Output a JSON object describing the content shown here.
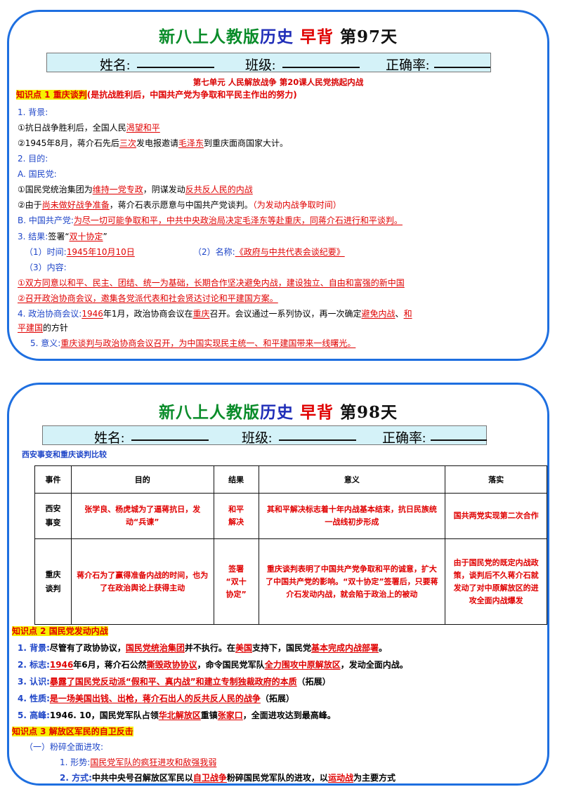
{
  "card1": {
    "title": {
      "p1": "新八上",
      "p2": "人教版",
      "p3": "历史",
      "p4": "早背",
      "p5": "第",
      "p6": "97",
      "p7": "天"
    },
    "name_label": "姓名:",
    "class_label": "班级:",
    "rate_label": "正确率:",
    "unit": "第七单元   人民解放战争   第20课人民党挑起内战",
    "kp1": {
      "label": "知识点 1 重庆谈判",
      "note": "(是抗战胜利后，中国共产党为争取和平民主作出的努力)"
    },
    "bg_h": "1. 背景:",
    "bg1": {
      "a": "①抗日战争胜利后，全国人民",
      "u": "渴望和平"
    },
    "bg2": {
      "a": "②1945年8月，蒋介石先后",
      "u1": "三次",
      "b": "发电报邀请",
      "u2": "毛泽东",
      "c": "到重庆面商国家大计。"
    },
    "goal_h": "2. 目的:",
    "kmt_h": "A. 国民党:",
    "kmt1": {
      "a": "①国民党统治集团为",
      "u1": "维持一党专政",
      "b": "，阴谋发动",
      "u2": "反共反人民的内战"
    },
    "kmt2": {
      "a": "②由于",
      "u": "尚未做好战争准备",
      "b": "，蒋介石表示愿意与中国共产党谈判。",
      "c": "（为发动内战争取时间）"
    },
    "ccp": {
      "a": "B. 中国共产党:",
      "u": "为尽一切可能争取和平，中共中央政治局决定毛泽东等赴重庆，同蒋介石进行和平谈判。"
    },
    "result": {
      "a": "3. 结果:",
      "b": "签署“",
      "u": "双十协定",
      "c": "”"
    },
    "time": {
      "a": "（1）时间:",
      "u": "1945年10月10日",
      "b": "（2）名称:",
      "u2": "《政府与中共代表会谈纪要》"
    },
    "content_h": "（3）内容:",
    "content1": "①双方同意以和平、民主、团结、统一为基础，长期合作坚决避免内战，建设独立、自由和富强的新中国",
    "content2": "②召开政治协商会议，邀集各党派代表和社会贤达讨论和平建国方案。",
    "pcc": {
      "a": "4. 政治协商会议:",
      "u1": "1946",
      "b": "年1月，政治协商会议在",
      "u2": "重庆",
      "c": "召开。会议通过一系列协议，再一次确定",
      "u3": "避免内战",
      "d": "、",
      "u4": "和"
    },
    "pcc2": {
      "u": "平建国",
      "a": "的方针"
    },
    "meaning": {
      "a": "5. 意义:",
      "u": "重庆谈判与政治协商会议召开，为中国实现民主统一、和平建国带来一线曙光。"
    }
  },
  "card2": {
    "title": {
      "p1": "新八上",
      "p2": "人教版",
      "p3": "历史",
      "p4": "早背",
      "p5": "第",
      "p6": "98",
      "p7": "天"
    },
    "name_label": "姓名:",
    "class_label": "班级:",
    "rate_label": "正确率:",
    "table_caption": "西安事变和重庆谈判比较",
    "table": {
      "headers": [
        "事件",
        "目的",
        "结果",
        "意义",
        "落实"
      ],
      "row1": [
        "西安\n事变",
        "张学良、杨虎城为了逼蒋抗日，发动“兵谏”",
        "和平\n解决",
        "其和平解决标志着十年内战基本结束，抗日民族统一战线初步形成",
        "国共两党实现第二次合作"
      ],
      "row2": [
        "重庆\n谈判",
        "蒋介石为了赢得准备内战的时间，也为了在政治舆论上获得主动",
        "签署\n“双十\n协定”",
        "重庆谈判表明了中国共产党争取和平的诚意，扩大了中国共产党的影响。“双十协定”签署后，只要蒋介石发动内战，就会陷于政治上的被动",
        "由于国民党的既定内战政策，谈判后不久蒋介石就发动了对中原解放区的进攻全面内战爆发"
      ]
    },
    "kp2": "知识点 2 国民党发动内战",
    "k1": {
      "a": "1. 背景:",
      "b": "尽管有了政协协议，",
      "u1": "国民党统治集团",
      "c": "并不执行。在",
      "u2": "美国",
      "d": "支持下，国民党",
      "u3": "基本完成内战部署",
      "e": "。"
    },
    "k2": {
      "a": "2. 标志:",
      "u1": "1946",
      "b": "年6月，蒋介石公然",
      "u2": "撕毁政协协议",
      "c": "，命令国民党军队",
      "u3": "全力围攻中原解放区",
      "d": "，发动全面内战。"
    },
    "k3": {
      "a": "3. 认识:",
      "u": "暴露了国民党反动派“假和平、真内战”和建立专制独裁政府的本质",
      "b": "（拓展）"
    },
    "k4": {
      "a": "4. 性质:",
      "u": "是一场美国出钱、出枪，蒋介石出人的反共反人民的战争",
      "b": "（拓展）"
    },
    "k5": {
      "a": "5. 高峰:",
      "b": "1946. 10，国民党军队占领",
      "u1": "华北解放区",
      "c": "重镇",
      "u2": "张家口",
      "d": "，全面进攻达到最高峰。"
    },
    "kp3": "知识点 3 解放区军民的自卫反击",
    "s1": "（一）粉碎全面进攻:",
    "s2": {
      "a": "1. 形势:",
      "u": "国民党军队的疯狂进攻和敌强我弱"
    },
    "s3": {
      "a": "2. 方式:",
      "b": "中共中央号召解放区军民以",
      "u1": "自卫战争",
      "c": "粉碎国民党军队的进攻，以",
      "u2": "运动战",
      "d": "为主要方式"
    }
  }
}
